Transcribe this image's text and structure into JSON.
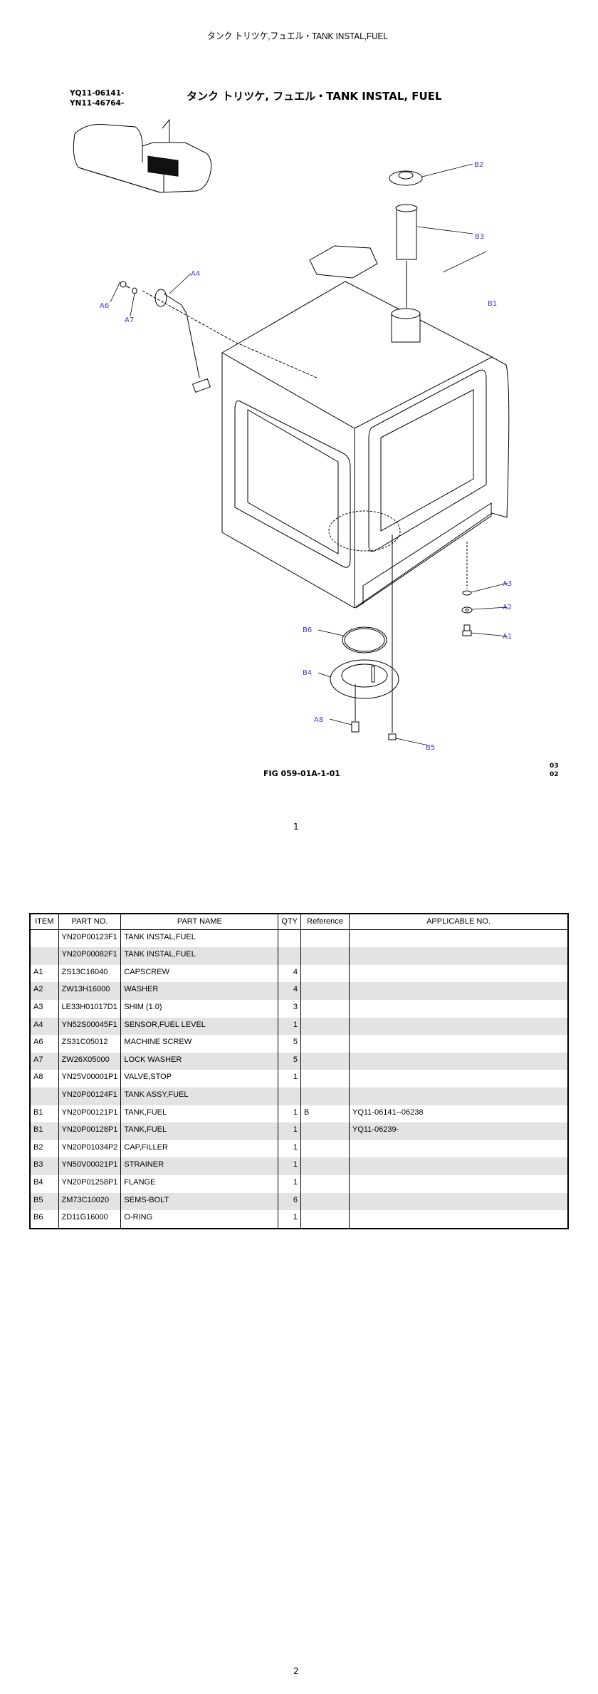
{
  "header": {
    "title": "タンク トリツケ,フュエル・TANK INSTAL,FUEL"
  },
  "figure": {
    "serials": [
      "YQ11-06141-",
      "YN11-46764-"
    ],
    "title": "タンク トリツケ, フュエル・TANK INSTAL, FUEL",
    "callouts": [
      "B2",
      "B3",
      "B1",
      "A4",
      "A6",
      "A7",
      "A3",
      "A2",
      "A1",
      "B6",
      "B4",
      "A8",
      "B5"
    ],
    "fig_number": "FIG 059-01A-1-01",
    "revision": [
      "03",
      "02"
    ],
    "callout_color": "#3b3bd8"
  },
  "page_numbers": [
    "1",
    "2"
  ],
  "parts_table": {
    "columns": [
      "ITEM",
      "PART NO.",
      "PART NAME",
      "QTY",
      "Reference",
      "APPLICABLE NO."
    ],
    "rows": [
      [
        "",
        "YN20P00123F1",
        "TANK INSTAL,FUEL",
        "",
        "",
        ""
      ],
      [
        "",
        "YN20P00082F1",
        "TANK INSTAL,FUEL",
        "",
        "",
        ""
      ],
      [
        "A1",
        "ZS13C16040",
        "CAPSCREW",
        "4",
        "",
        ""
      ],
      [
        "A2",
        "ZW13H16000",
        "WASHER",
        "4",
        "",
        ""
      ],
      [
        "A3",
        "LE33H01017D1",
        "SHIM (1.0)",
        "3",
        "",
        ""
      ],
      [
        "A4",
        "YN52S00045F1",
        "SENSOR,FUEL LEVEL",
        "1",
        "",
        ""
      ],
      [
        "A6",
        "ZS31C05012",
        "MACHINE SCREW",
        "5",
        "",
        ""
      ],
      [
        "A7",
        "ZW26X05000",
        "LOCK WASHER",
        "5",
        "",
        ""
      ],
      [
        "A8",
        "YN25V00001P1",
        "VALVE,STOP",
        "1",
        "",
        ""
      ],
      [
        "",
        "YN20P00124F1",
        "TANK ASSY,FUEL",
        "",
        "",
        ""
      ],
      [
        "B1",
        "YN20P00121P1",
        "TANK,FUEL",
        "1",
        "B",
        "YQ11-06141--06238"
      ],
      [
        "B1",
        "YN20P00128P1",
        "TANK,FUEL",
        "1",
        "",
        "YQ11-06239-"
      ],
      [
        "B2",
        "YN20P01034P2",
        "CAP,FILLER",
        "1",
        "",
        ""
      ],
      [
        "B3",
        "YN50V00021P1",
        "STRAINER",
        "1",
        "",
        ""
      ],
      [
        "B4",
        "YN20P01258P1",
        "FLANGE",
        "1",
        "",
        ""
      ],
      [
        "B5",
        "ZM73C10020",
        "SEMS-BOLT",
        "6",
        "",
        ""
      ],
      [
        "B6",
        "ZD11G16000",
        "O-RING",
        "1",
        "",
        ""
      ]
    ]
  }
}
